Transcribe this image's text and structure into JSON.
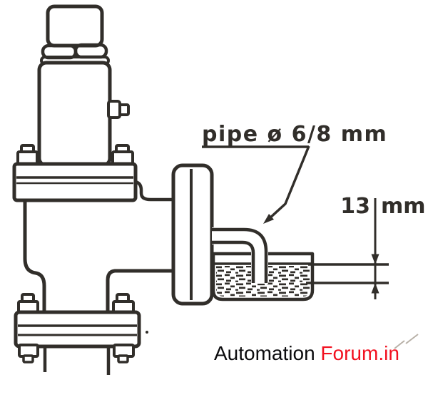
{
  "labels": {
    "pipe_diameter": "pipe ø 6/8 mm",
    "dimension_value": "13",
    "dimension_unit": "mm"
  },
  "watermark": {
    "text_black": "Automation",
    "text_red": "Forum.in"
  },
  "colors": {
    "ink": "#312e2a",
    "background": "#ffffff",
    "watermark_black": "#0b0b0d",
    "watermark_red": "#f2101f",
    "pencil_mark": "#b8b1a8"
  }
}
